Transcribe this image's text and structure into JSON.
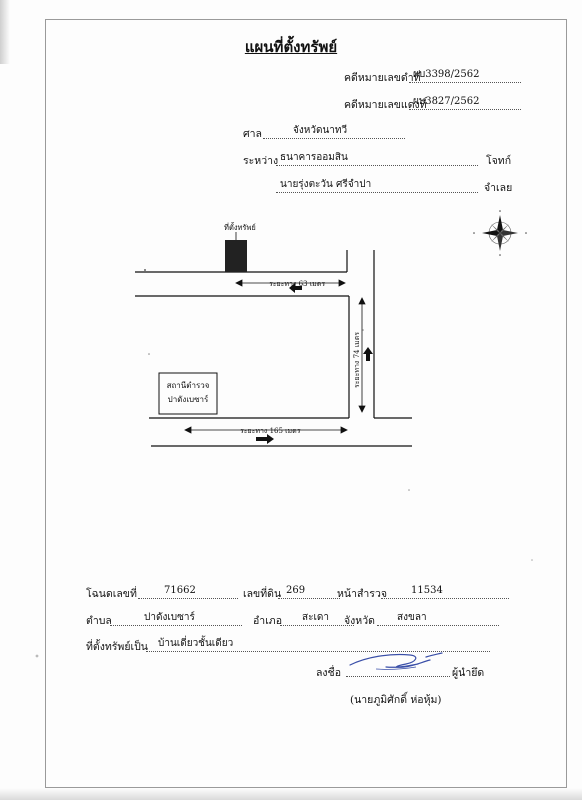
{
  "title": "แผนที่ตั้งทรัพย์",
  "case": {
    "black_label": "คดีหมายเลขดำที่",
    "black_value": "ผบ3398/2562",
    "red_label": "คดีหมายเลขแดงที่",
    "red_value": "ผบ3827/2562",
    "court_label": "ศาล",
    "court_value": "จังหวัดนาทวี",
    "between_label": "ระหว่าง",
    "plaintiff_value": "ธนาคารออมสิน",
    "plaintiff_role": "โจทก์",
    "defendant_value": "นายรุ่งตะวัน ศรีจำปา",
    "defendant_role": "จำเลย"
  },
  "map": {
    "property_label": "ที่ตั้งทรัพย์",
    "road_top_label": "ระยะทาง 63 เมตร",
    "road_right_label": "ระยะทาง 74 เมตร",
    "road_bottom_label": "ระยะทาง 165 เมตร",
    "landmark_line1": "สถานีตำรวจ",
    "landmark_line2": "ปาดังเบซาร์",
    "compass_icon": "compass-rose-icon",
    "colors": {
      "property": "#222222",
      "lines": "#111111"
    }
  },
  "deed": {
    "deed_label": "โฉนดเลขที่",
    "deed_value": "71662",
    "land_label": "เลขที่ดิน",
    "land_value": "269",
    "survey_label": "หน้าสำรวจ",
    "survey_value": "11534",
    "subdistrict_label": "ตำบล",
    "subdistrict_value": "ปาดังเบซาร์",
    "district_label": "อำเภอ",
    "district_value": "สะเดา",
    "province_label": "จังหวัด",
    "province_value": "สงขลา",
    "property_type_label": "ที่ตั้งทรัพย์เป็น",
    "property_type_value": "บ้านเดี่ยวชั้นเดียว"
  },
  "signature": {
    "sign_label": "ลงชื่อ",
    "role": "ผู้นำยึด",
    "name": "(นายภูมิศักดิ์  ห่อหุ้ม)"
  }
}
